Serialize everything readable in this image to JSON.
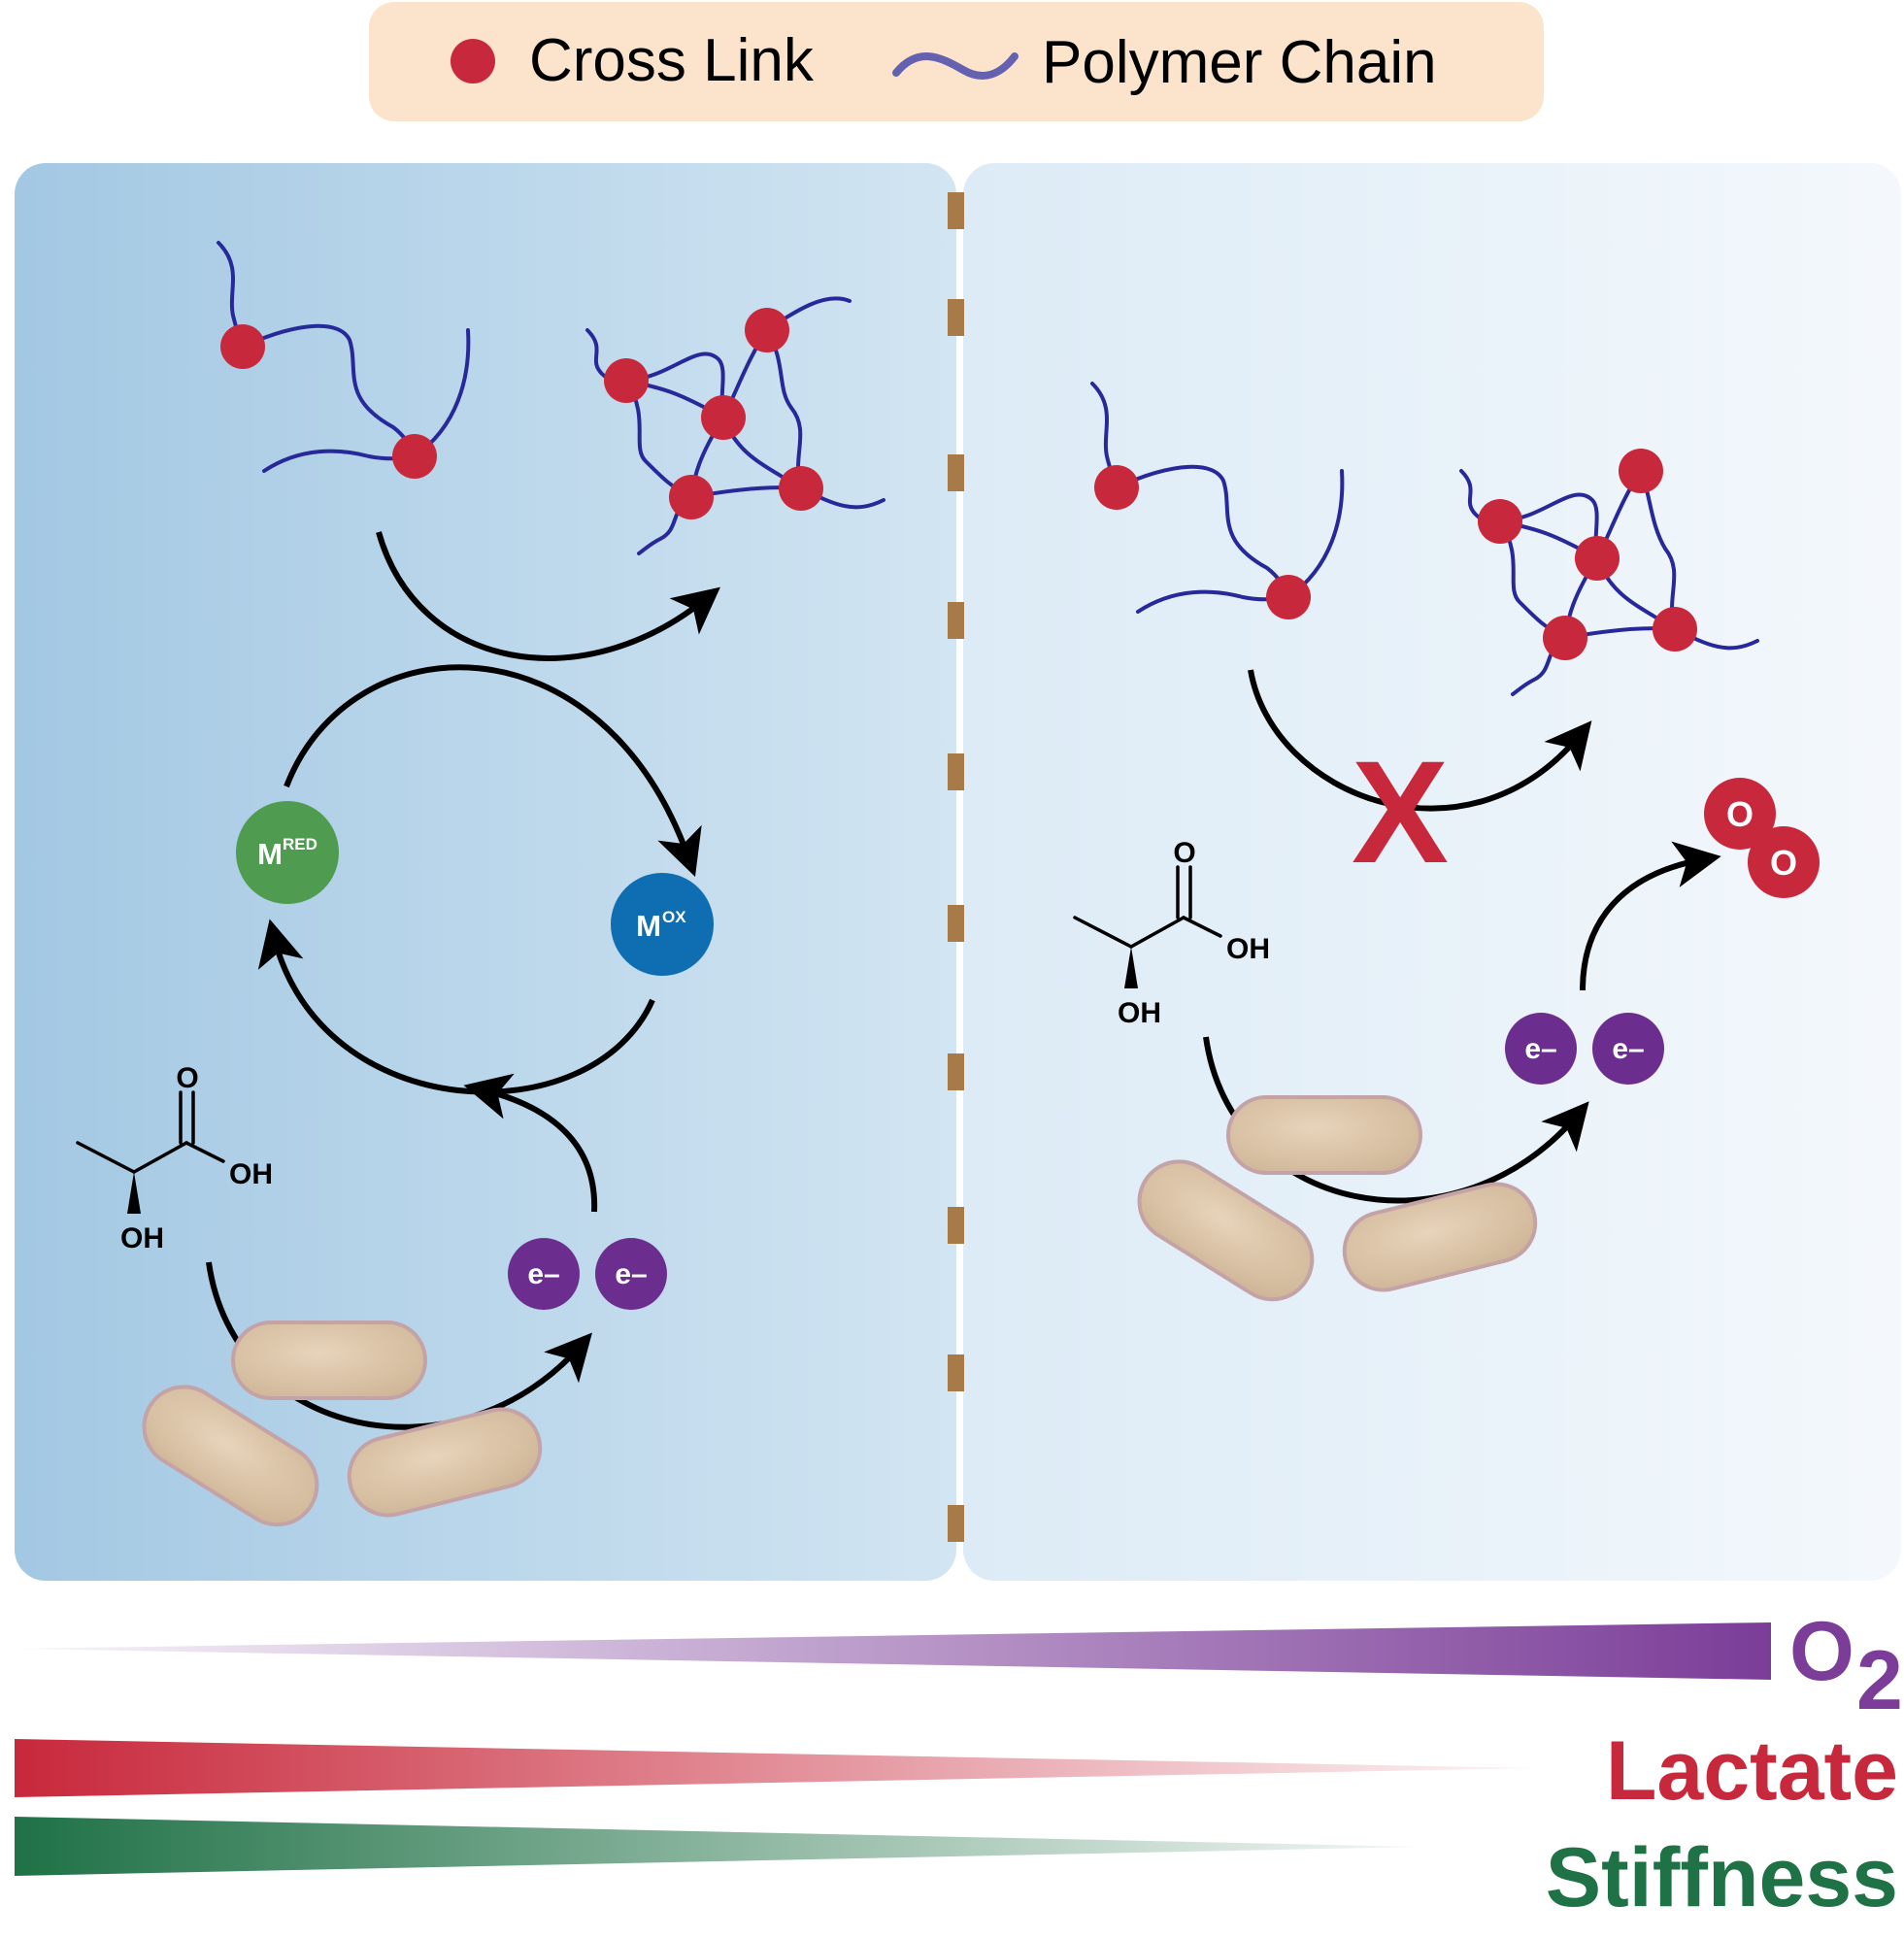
{
  "legend": {
    "cross_link_label": "Cross Link",
    "polymer_chain_label": "Polymer Chain"
  },
  "left_panel": {
    "mediator_reduced": {
      "base": "M",
      "superscript": "RED"
    },
    "mediator_oxidized": {
      "base": "M",
      "superscript": "OX"
    },
    "electrons": [
      "e–",
      "e–"
    ],
    "lactate_atoms": {
      "carbonyl_o": "O",
      "acid_oh": "OH",
      "alpha_oh": "OH"
    }
  },
  "right_panel": {
    "blocked_mark": "X",
    "electrons": [
      "e–",
      "e–"
    ],
    "oxygen_atoms": [
      "O",
      "O"
    ],
    "lactate_atoms": {
      "carbonyl_o": "O",
      "acid_oh": "OH",
      "alpha_oh": "OH"
    }
  },
  "gradients": {
    "o2": {
      "label": "O",
      "subscript": "2",
      "color": "#7b3d98"
    },
    "lactate": {
      "label": "Lactate",
      "color": "#c8283b"
    },
    "stiffness": {
      "label": "Stiffness",
      "color": "#1f7146"
    }
  },
  "colors": {
    "cross_link": "#c8283b",
    "polymer_chain": "#27289a",
    "mediator_reduced": "#4f9b4f",
    "mediator_oxidized": "#0f6db2",
    "electron": "#6b2e8f",
    "oxygen": "#c8283b",
    "bacteria": "#d9c3a5",
    "divider": "#a87a47"
  }
}
